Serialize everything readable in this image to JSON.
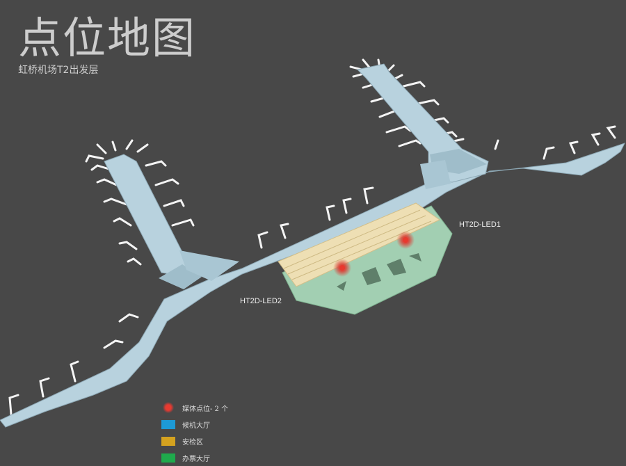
{
  "header": {
    "title": "点位地图",
    "subtitle": "虹桥机场T2出发层"
  },
  "colors": {
    "background": "#484848",
    "terminal": "#b8d2de",
    "security": "#eedfb4",
    "ticketing": "#a2cfb2",
    "media_point": "#d8423a",
    "legend_departure_hall": "#1d9ad6",
    "legend_security": "#d4a21f",
    "legend_ticketing": "#1faa4c"
  },
  "points": [
    {
      "label": "HT2D-LED1"
    },
    {
      "label": "HT2D-LED2"
    }
  ],
  "legend": [
    {
      "label": "媒体点位- 2 个",
      "icon": "media-dot"
    },
    {
      "label": "候机大厅",
      "color": "#1d9ad6"
    },
    {
      "label": "安检区",
      "color": "#d4a21f"
    },
    {
      "label": "办票大厅",
      "color": "#1faa4c"
    }
  ]
}
